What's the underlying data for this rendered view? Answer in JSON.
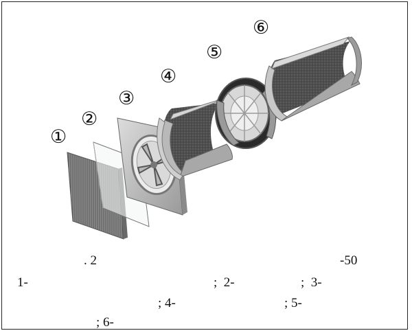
{
  "components": [
    {
      "marker": "①"
    },
    {
      "marker": "②"
    },
    {
      "marker": "③"
    },
    {
      "marker": "④"
    },
    {
      "marker": "⑤"
    },
    {
      "marker": "⑥"
    }
  ],
  "caption": {
    "fig_label": ". 2",
    "model_suffix": "-50",
    "item_1": "1-",
    "item_2": ";  2-",
    "item_3": ";  3-",
    "item_4": "; 4-",
    "item_5": "; 5-",
    "item_6": "; 6-"
  }
}
